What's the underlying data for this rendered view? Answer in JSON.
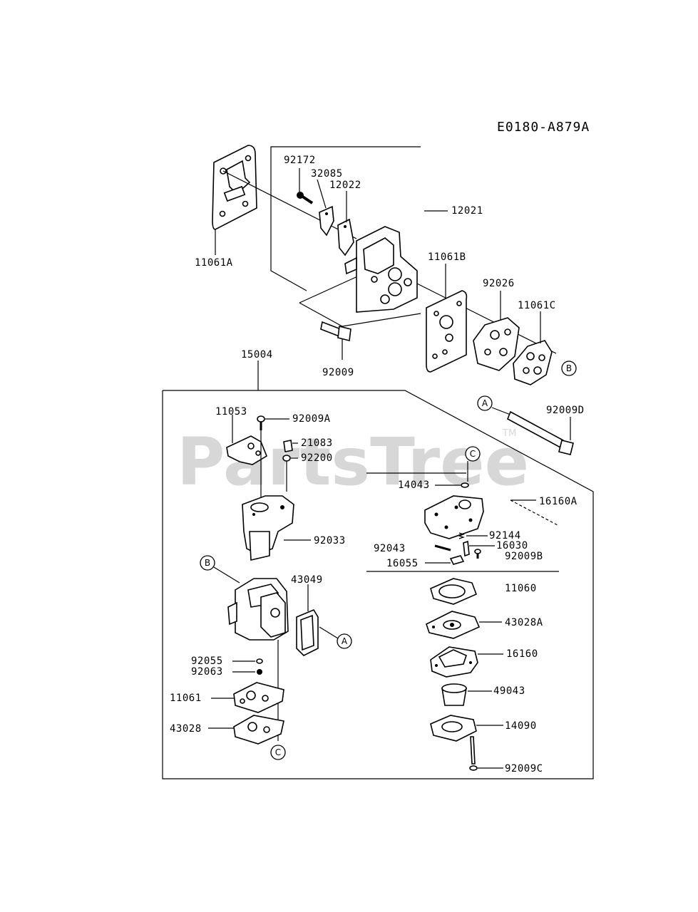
{
  "diagram_code": "E0180-A879A",
  "watermark": "PartsTree",
  "trademark": "TM",
  "reference_markers": [
    "A",
    "B",
    "C"
  ],
  "parts": {
    "p92172": "92172",
    "p32085": "32085",
    "p12022": "12022",
    "p12021": "12021",
    "p11061A": "11061A",
    "p11061B": "11061B",
    "p92026": "92026",
    "p11061C": "11061C",
    "p92009": "92009",
    "p15004": "15004",
    "p92009D": "92009D",
    "p11053": "11053",
    "p92009A": "92009A",
    "p21083": "21083",
    "p92200": "92200",
    "p14043": "14043",
    "p16160A": "16160A",
    "p92033": "92033",
    "p92144": "92144",
    "p92043": "92043",
    "p16030": "16030",
    "p92009B": "92009B",
    "p16055": "16055",
    "p43049": "43049",
    "p11060": "11060",
    "p43028A": "43028A",
    "p16160": "16160",
    "p92055": "92055",
    "p92063": "92063",
    "p11061": "11061",
    "p49043": "49043",
    "p43028": "43028",
    "p14090": "14090",
    "p92009C": "92009C"
  }
}
